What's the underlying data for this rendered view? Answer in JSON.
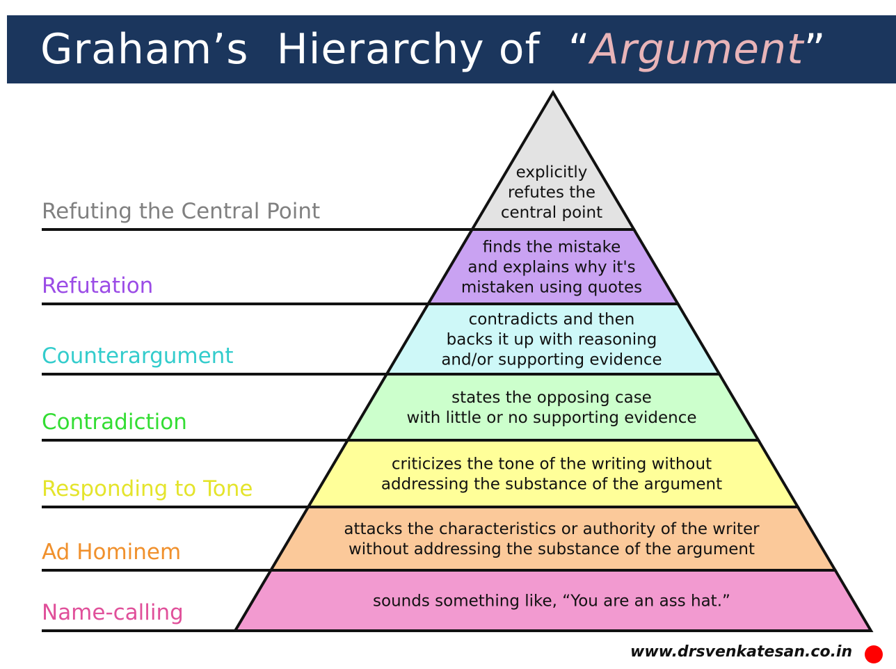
{
  "title": {
    "prefix": "Graham’s  Hierarchy of  “",
    "highlight": "Argument",
    "suffix": "”"
  },
  "levels": [
    {
      "label": "Refuting the Central Point",
      "lines": [
        "explicitly",
        "refutes the",
        "central point"
      ],
      "fill": "#e3e3e3",
      "label_color": "#808080"
    },
    {
      "label": "Refutation",
      "lines": [
        "finds the mistake",
        "and explains why it's",
        "mistaken using quotes"
      ],
      "fill": "#c9a2f2",
      "label_color": "#9b4ce6"
    },
    {
      "label": "Counterargument",
      "lines": [
        "contradicts and then",
        "backs it up with reasoning",
        "and/or supporting evidence"
      ],
      "fill": "#cef8f8",
      "label_color": "#33cccc"
    },
    {
      "label": "Contradiction",
      "lines": [
        "states the opposing case",
        "with little or no supporting evidence"
      ],
      "fill": "#ccffcc",
      "label_color": "#33dd33"
    },
    {
      "label": "Responding to Tone",
      "lines": [
        "criticizes the tone of the writing without",
        "addressing the substance of the argument"
      ],
      "fill": "#ffff99",
      "label_color": "#e4e42c"
    },
    {
      "label": "Ad Hominem",
      "lines": [
        "attacks the characteristics or authority of the writer",
        "without addressing the substance of the argument"
      ],
      "fill": "#fbc99a",
      "label_color": "#f0902c"
    },
    {
      "label": "Name-calling",
      "lines": [
        "sounds something like, “You are an ass hat.”"
      ],
      "fill": "#f29ad0",
      "label_color": "#e0509a"
    }
  ],
  "website": "www.drsvenkatesan.co.in"
}
